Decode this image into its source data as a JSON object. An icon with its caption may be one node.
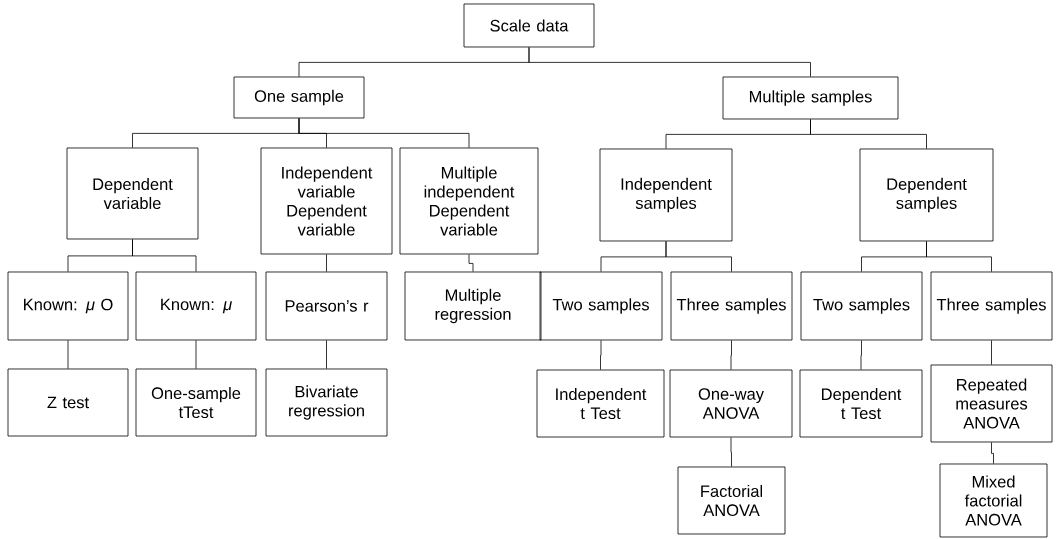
{
  "diagram": {
    "nodes": [
      {
        "text": [
          "Scale data"
        ]
      },
      {
        "text": [
          "One sample"
        ]
      },
      {
        "text": [
          "Multiple samples"
        ]
      },
      {
        "text": [
          "Dependent variable"
        ]
      },
      {
        "text": [
          "Independent variable Dependent variable"
        ]
      },
      {
        "text": [
          "Multiple independent Dependent variable"
        ]
      },
      {
        "text": [
          "Independent samples"
        ]
      },
      {
        "text": [
          "Dependent samples"
        ]
      },
      {
        "text": [
          "Known: *μ* O"
        ]
      },
      {
        "text": [
          "Known: *μ*"
        ]
      },
      {
        "text": [
          "Pearson’s r"
        ]
      },
      {
        "text": [
          "Multiple regression"
        ]
      },
      {
        "text": [
          "Two samples"
        ]
      },
      {
        "text": [
          "Three samples"
        ]
      },
      {
        "text": [
          "Two samples"
        ]
      },
      {
        "text": [
          "Three samples"
        ]
      },
      {
        "text": [
          "Z test"
        ]
      },
      {
        "text": [
          "One-sample tTest"
        ]
      },
      {
        "text": [
          "Bivariate regression"
        ]
      },
      {
        "text": [
          "Independent t Test"
        ]
      },
      {
        "text": [
          "One-way ANOVA"
        ]
      },
      {
        "text": [
          "Dependent t Test"
        ]
      },
      {
        "text": [
          "Repeated measures ANOVA"
        ]
      },
      {
        "text": [
          "Factorial ANOVA"
        ]
      },
      {
        "text": [
          "Mixed factorial ANOVA"
        ]
      }
    ],
    "edges": [
      {
        "from": 0,
        "to": 1,
        "arrow": "none"
      },
      {
        "from": 0,
        "to": 2,
        "arrow": "none"
      },
      {
        "from": 1,
        "to": 3,
        "arrow": "none"
      },
      {
        "from": 1,
        "to": 4,
        "arrow": "none"
      },
      {
        "from": 1,
        "to": 5,
        "arrow": "none"
      },
      {
        "from": 2,
        "to": 6,
        "arrow": "none"
      },
      {
        "from": 2,
        "to": 7,
        "arrow": "none"
      },
      {
        "from": 3,
        "to": 8,
        "arrow": "none"
      },
      {
        "from": 3,
        "to": 9,
        "arrow": "none"
      },
      {
        "from": 4,
        "to": 10,
        "arrow": "none"
      },
      {
        "from": 5,
        "to": 11,
        "arrow": "none"
      },
      {
        "from": 6,
        "to": 12,
        "arrow": "none"
      },
      {
        "from": 6,
        "to": 13,
        "arrow": "none"
      },
      {
        "from": 7,
        "to": 14,
        "arrow": "none"
      },
      {
        "from": 7,
        "to": 15,
        "arrow": "none"
      },
      {
        "from": 8,
        "to": 16,
        "arrow": "none"
      },
      {
        "from": 9,
        "to": 17,
        "arrow": "none"
      },
      {
        "from": 10,
        "to": 18,
        "arrow": "none"
      },
      {
        "from": 12,
        "to": 19,
        "arrow": "none"
      },
      {
        "from": 13,
        "to": 20,
        "arrow": "none"
      },
      {
        "from": 14,
        "to": 21,
        "arrow": "none"
      },
      {
        "from": 15,
        "to": 22,
        "arrow": "none"
      },
      {
        "from": 20,
        "to": 23,
        "arrow": "none"
      },
      {
        "from": 22,
        "to": 24,
        "arrow": "none"
      }
    ]
  }
}
